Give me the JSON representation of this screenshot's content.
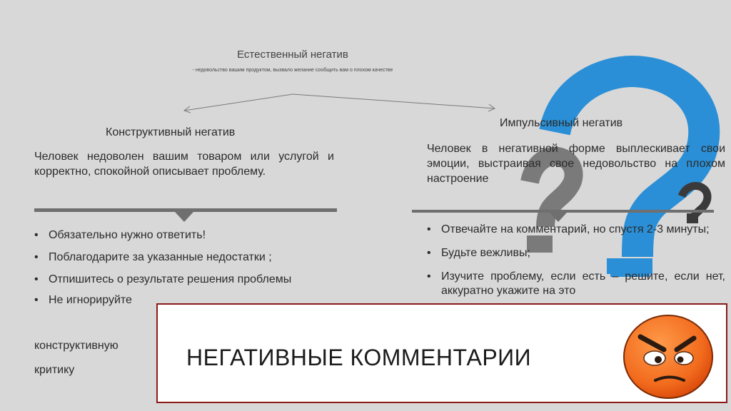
{
  "header": {
    "title": "Естественный негатив",
    "subtitle": "-  недовольство вашим продуктом,  вызвало желание сообщить вам о плохом качестве"
  },
  "left": {
    "heading": "Конструктивный негатив",
    "description": "Человек недоволен вашим товаром или услугой и корректно, спокойной описывает проблему.",
    "bullets": [
      "Обязательно нужно ответить!",
      "Поблагодарите за указанные недостатки ;",
      "Отпишитесь о результате решения проблемы",
      "Не игнорируйте"
    ],
    "tail_lines": [
      "конструктивную",
      "критику"
    ]
  },
  "right": {
    "heading": "Импульсивный негатив",
    "description": "Человек в негативной форме выплескивает свои эмоции, выстраивая свое недовольство на плохом настроение",
    "bullets": [
      "Отвечайте на комментарий, но спустя 2-3 минуты;",
      "Будьте вежливы;",
      "Изучите проблему, если есть – решите, если нет, аккуратно укажите на это"
    ]
  },
  "banner": {
    "title": "НЕГАТИВНЫЕ КОММЕНТАРИИ"
  },
  "colors": {
    "background": "#d9d8d8",
    "divider": "#6f6f6f",
    "question_blue": "#2a8fd6",
    "question_gray": "#7a7a7a",
    "question_dark": "#3a3a3a",
    "banner_border": "#8b1a1a",
    "face_orange": "#f26b1d"
  },
  "icons": [
    "question-mark-blue-icon",
    "question-mark-gray-icon",
    "question-mark-dark-icon",
    "angry-face-icon"
  ]
}
